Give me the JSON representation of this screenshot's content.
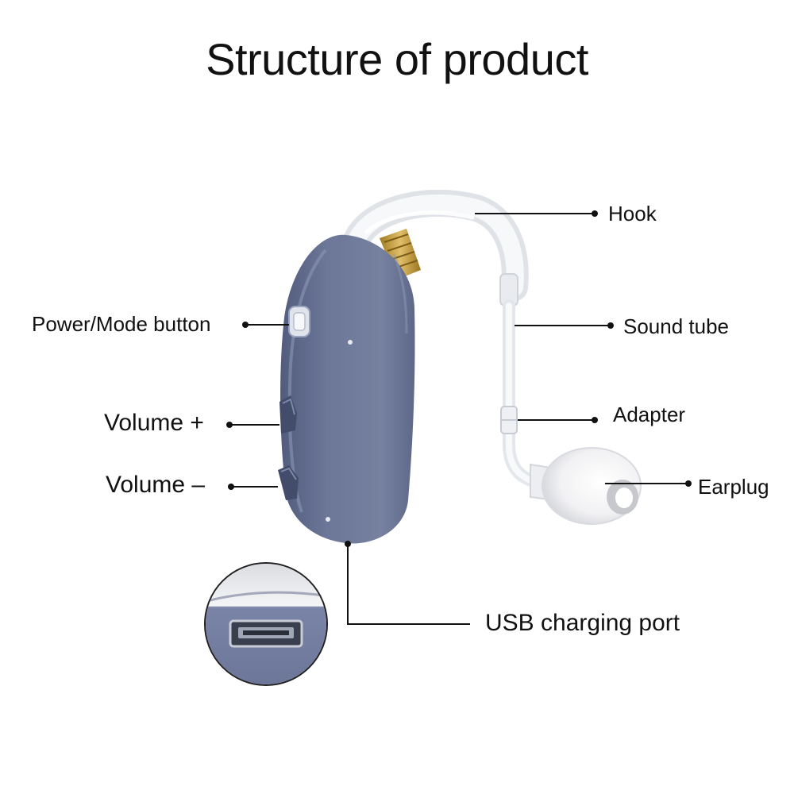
{
  "title": "Structure of product",
  "labels": {
    "hook": "Hook",
    "sound_tube": "Sound tube",
    "adapter": "Adapter",
    "earplug": "Earplug",
    "power_mode_button": "Power/Mode button",
    "volume_plus": "Volume +",
    "volume_minus": "Volume –",
    "usb_charging_port": "USB charging port"
  },
  "colors": {
    "body": "#6a7598",
    "body_dark": "#4f5979",
    "body_light": "#8a94b5",
    "brass": "#c8a24a",
    "leader": "#111111"
  }
}
